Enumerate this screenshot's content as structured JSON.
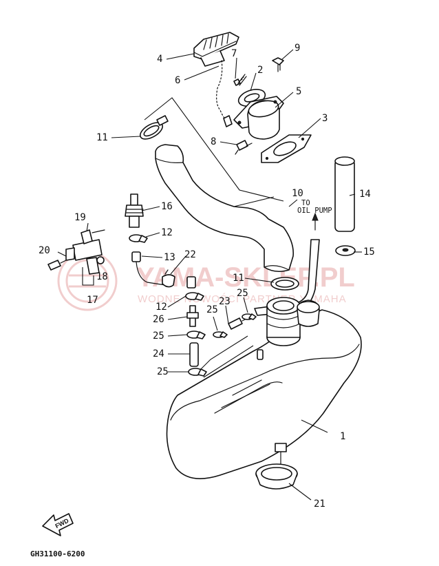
{
  "callouts": {
    "c1": "1",
    "c2": "2",
    "c3": "3",
    "c4": "4",
    "c5": "5",
    "c6": "6",
    "c7": "7",
    "c8": "8",
    "c9": "9",
    "c10": "10",
    "c11a": "11",
    "c11b": "11",
    "c12a": "12",
    "c12b": "12",
    "c13": "13",
    "c14": "14",
    "c15": "15",
    "c16": "16",
    "c17": "17",
    "c18": "18",
    "c19": "19",
    "c20": "20",
    "c21": "21",
    "c22": "22",
    "c23": "23",
    "c24": "24",
    "c25a": "25",
    "c25b": "25",
    "c25c": "25",
    "c25d": "25",
    "c26": "26"
  },
  "annotation": {
    "line1": "TO",
    "line2": "OIL PUMP"
  },
  "fwd_label": "FWD",
  "diagram_code": "GH31100-6200",
  "watermark": {
    "main": "YAMA-SKLEP.PL",
    "sub": "WODNE NOWOŚCI PARTNER YAMAHA"
  },
  "colors": {
    "line": "#111111",
    "watermark": "#e6a5a5",
    "background": "#ffffff"
  }
}
